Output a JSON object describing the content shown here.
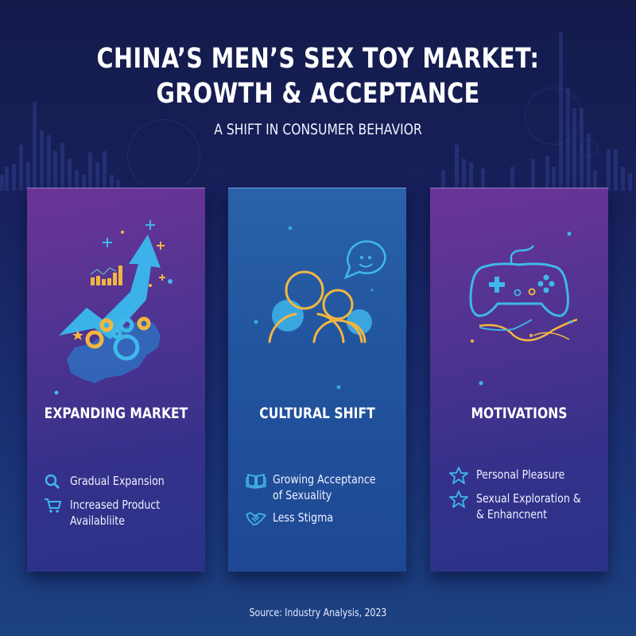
{
  "header": {
    "title_line1": "CHINA’S MEN’S SEX TOY MARKET:",
    "title_line2": "GROWTH & ACCEPTANCE",
    "subtitle": "A SHIFT IN CONSUMER BEHAVIOR"
  },
  "cards": [
    {
      "title": "EXPANDING MARKET",
      "illustration": "growth-arrow-china-map-gears",
      "items": [
        {
          "icon": "magnifier-icon",
          "text_line1": "Gradual Expansion",
          "text_line2": ""
        },
        {
          "icon": "shopping-cart-icon",
          "text_line1": "Increased Product",
          "text_line2": "Availabliite"
        }
      ]
    },
    {
      "title": "CULTURAL SHIFT",
      "illustration": "people-with-smile-speech-bubble",
      "items": [
        {
          "icon": "open-book-icon",
          "text_line1": "Growing Acceptance",
          "text_line2": "of Sexuality"
        },
        {
          "icon": "handshake-icon",
          "text_line1": "Less Stigma",
          "text_line2": ""
        }
      ]
    },
    {
      "title": "MOTIVATIONS",
      "illustration": "game-controller-with-waves",
      "items": [
        {
          "icon": "star-icon",
          "text_line1": "Personal Pleasure",
          "text_line2": ""
        },
        {
          "icon": "star-icon",
          "text_line1": "Sexual Exploration &",
          "text_line2": "& Enhancnent"
        }
      ]
    }
  ],
  "footer": {
    "source": "Source: Industry Analysis, 2023"
  },
  "colors": {
    "accent_cyan": "#3fb8ea",
    "accent_gold": "#f2b640",
    "card_purple": "#5a3490",
    "card_blue": "#2459a2",
    "background_top": "#141a4a",
    "background_bottom": "#1c4282"
  }
}
